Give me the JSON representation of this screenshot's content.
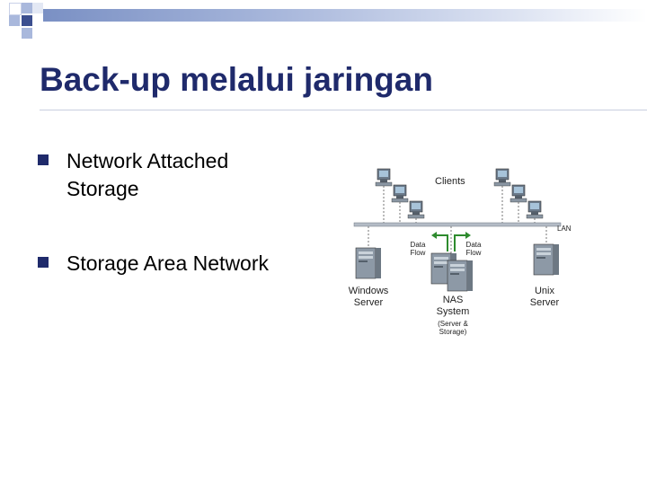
{
  "slide": {
    "title": "Back-up melalui jaringan",
    "bullets": [
      {
        "text": "Network Attached Storage"
      },
      {
        "text": "Storage Area Network"
      }
    ]
  },
  "diagram": {
    "clients_label": "Clients",
    "lan_label": "LAN",
    "data_flow_left": "Data Flow",
    "data_flow_right": "Data Flow",
    "windows_server_label": "Windows Server",
    "nas_label": "NAS System",
    "nas_sublabel": "(Server & Storage)",
    "unix_server_label": "Unix Server"
  },
  "colors": {
    "title": "#1f2a6b",
    "bullet_marker": "#1f2a6b",
    "header_band": "#7a90c4",
    "arrow_green": "#2e8b2e"
  }
}
